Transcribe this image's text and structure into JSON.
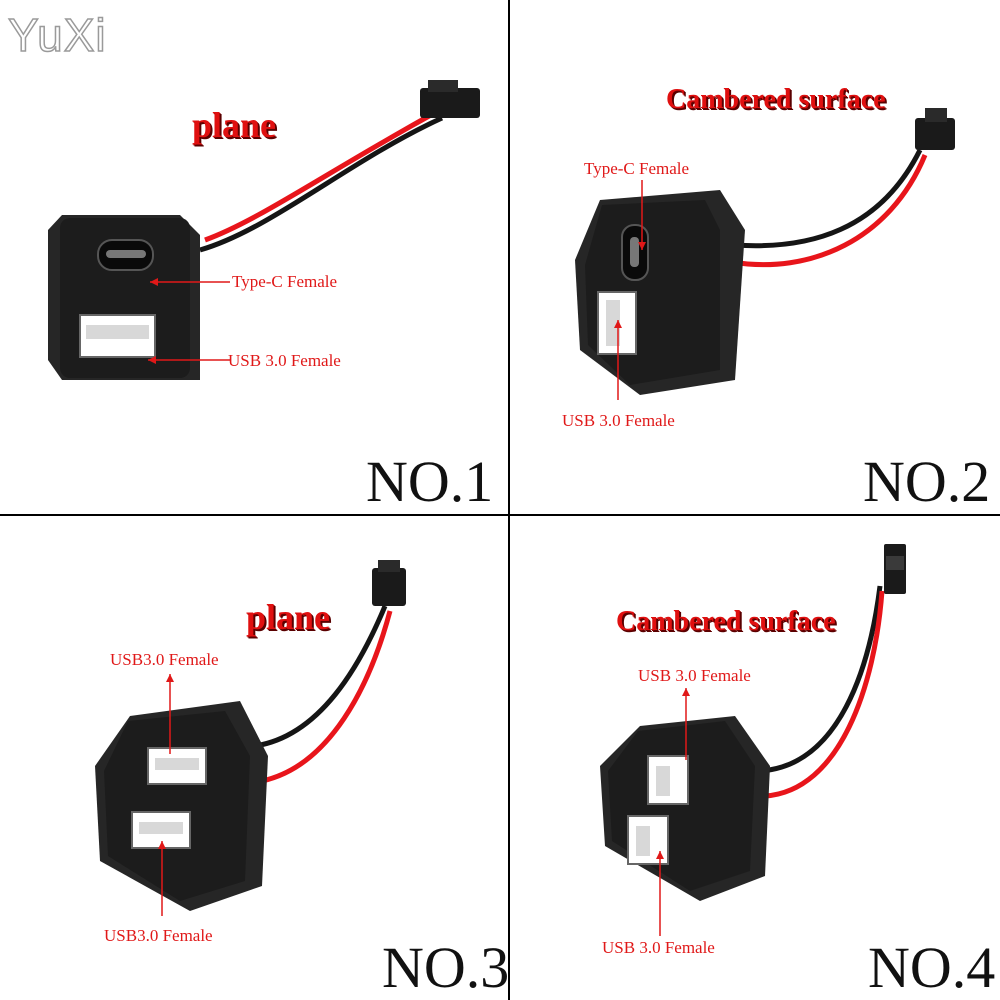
{
  "watermark": "YuXi",
  "panels": [
    {
      "title": "plane",
      "callouts": [
        "Type-C Female",
        "USB 3.0 Female"
      ],
      "number": "NO.1"
    },
    {
      "title": "Cambered surface",
      "callouts": [
        "Type-C Female",
        "USB 3.0 Female"
      ],
      "number": "NO.2"
    },
    {
      "title": "plane",
      "callouts": [
        "USB3.0 Female",
        "USB3.0 Female"
      ],
      "number": "NO.3"
    },
    {
      "title": "Cambered surface",
      "callouts": [
        "USB 3.0 Female",
        "USB 3.0 Female"
      ],
      "number": "NO.4"
    }
  ],
  "colors": {
    "label_red": "#e01010",
    "wire_red": "#e8151b",
    "wire_black": "#151515",
    "housing": "#1c1c1c"
  }
}
